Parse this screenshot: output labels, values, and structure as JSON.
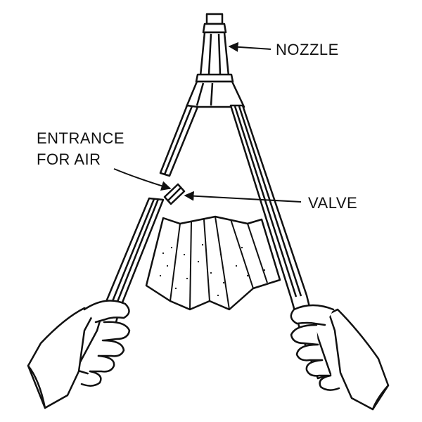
{
  "labels": {
    "nozzle": "NOZZLE",
    "entrance_line1": "ENTRANCE",
    "entrance_line2": "FOR AIR",
    "valve": "VALVE"
  },
  "colors": {
    "ink": "#111111",
    "paper": "#ffffff"
  }
}
